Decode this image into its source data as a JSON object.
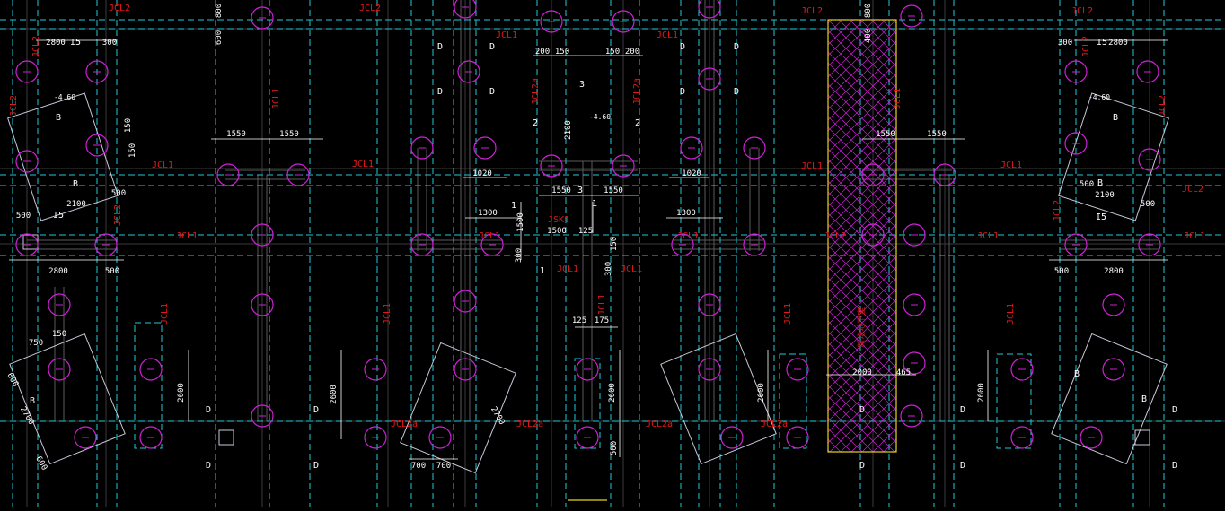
{
  "colors": {
    "background": "#000000",
    "axis": "#3a3a3a",
    "beam": "#5a5a5a",
    "dash": "#20c8d8",
    "pile": "#d020d8",
    "label_red": "#e01818",
    "dim": "#ffffff",
    "hatch": "#d020d8",
    "highlight": "#e8d020",
    "green": "#20c020"
  },
  "labels": {
    "jcl1": "JCL1",
    "jcl2": "JCL2",
    "jcl2a": "JCL2a",
    "jsk1": "JSK1",
    "d": "D",
    "b": "B",
    "i5": "I5",
    "num1": "1",
    "num2": "2",
    "num3": "3",
    "elev": "-4.60",
    "hatch_note": "新增地下室"
  },
  "dimensions": {
    "d2800": "2800",
    "d300": "300",
    "d800": "800",
    "d600": "600",
    "d400": "400",
    "d150": "150",
    "d1550": "1550",
    "d500": "500",
    "d2100": "2100",
    "d200": "200",
    "d1020": "1020",
    "d1300": "1300",
    "d1500": "1500",
    "d125": "125",
    "d175": "175",
    "d2700": "2700",
    "d750": "750",
    "d700": "700",
    "d2600": "2600",
    "d2000": "2000",
    "d465": "465"
  }
}
